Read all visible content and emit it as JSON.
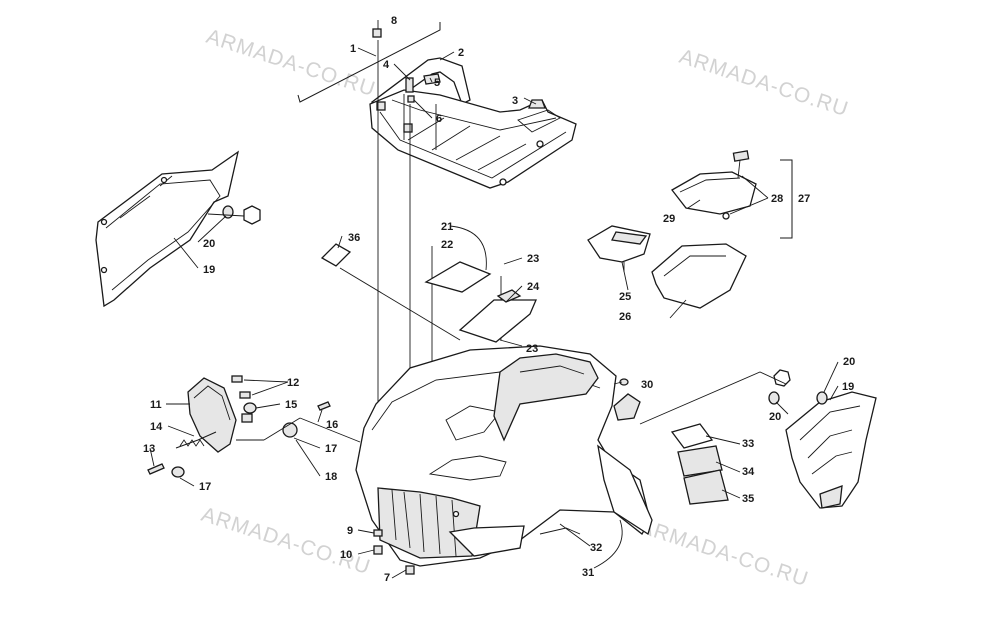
{
  "watermark": "ARMADA-CO.RU",
  "callouts": {
    "c1": "1",
    "c2": "2",
    "c3": "3",
    "c4": "4",
    "c5": "5",
    "c6": "6",
    "c7": "7",
    "c8": "8",
    "c9": "9",
    "c10": "10",
    "c11": "11",
    "c12": "12",
    "c13": "13",
    "c14": "14",
    "c15": "15",
    "c16": "16",
    "c17a": "17",
    "c17b": "17",
    "c18": "18",
    "c19a": "19",
    "c19b": "19",
    "c20a": "20",
    "c20b": "20",
    "c20c": "20",
    "c21": "21",
    "c22": "22",
    "c23a": "23",
    "c23b": "23",
    "c24": "24",
    "c25": "25",
    "c26": "26",
    "c27": "27",
    "c28": "28",
    "c29": "29",
    "c30": "30",
    "c31": "31",
    "c32": "32",
    "c33": "33",
    "c34": "34",
    "c35": "35",
    "c36": "36"
  },
  "colors": {
    "ink": "#1a1a1a",
    "watermark": "#d2d2d2",
    "background": "#ffffff"
  }
}
